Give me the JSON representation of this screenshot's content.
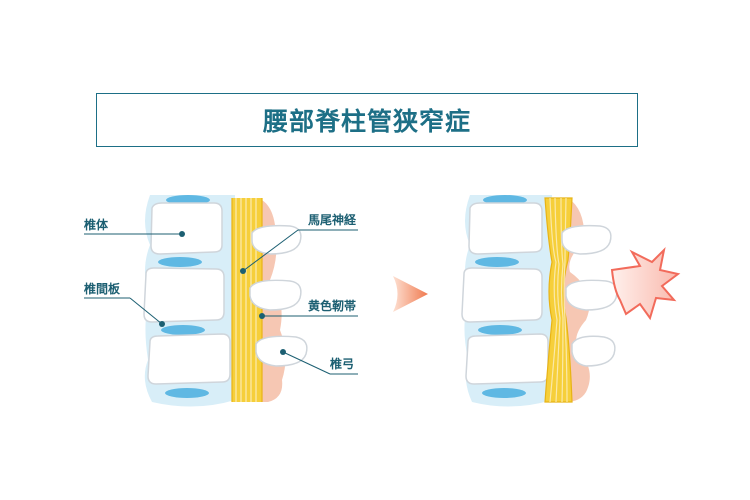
{
  "title": "腰部脊柱管狭窄症",
  "labels": {
    "vertebral_body": "椎体",
    "intervertebral_disc": "椎間板",
    "cauda_equina": "馬尾神経",
    "ligamentum_flavum": "黄色靭帯",
    "vertebral_arch": "椎弓"
  },
  "colors": {
    "title": "#1d6f86",
    "bone": "#ffffff",
    "bone_outline": "#d0d6dc",
    "disc_outer": "#d8eef8",
    "disc_inner": "#5fb8e3",
    "nerve": "#f6cf3a",
    "ligament": "#f6c7b3",
    "arrow": "#f08a5d",
    "pain": "#f26b5b"
  }
}
